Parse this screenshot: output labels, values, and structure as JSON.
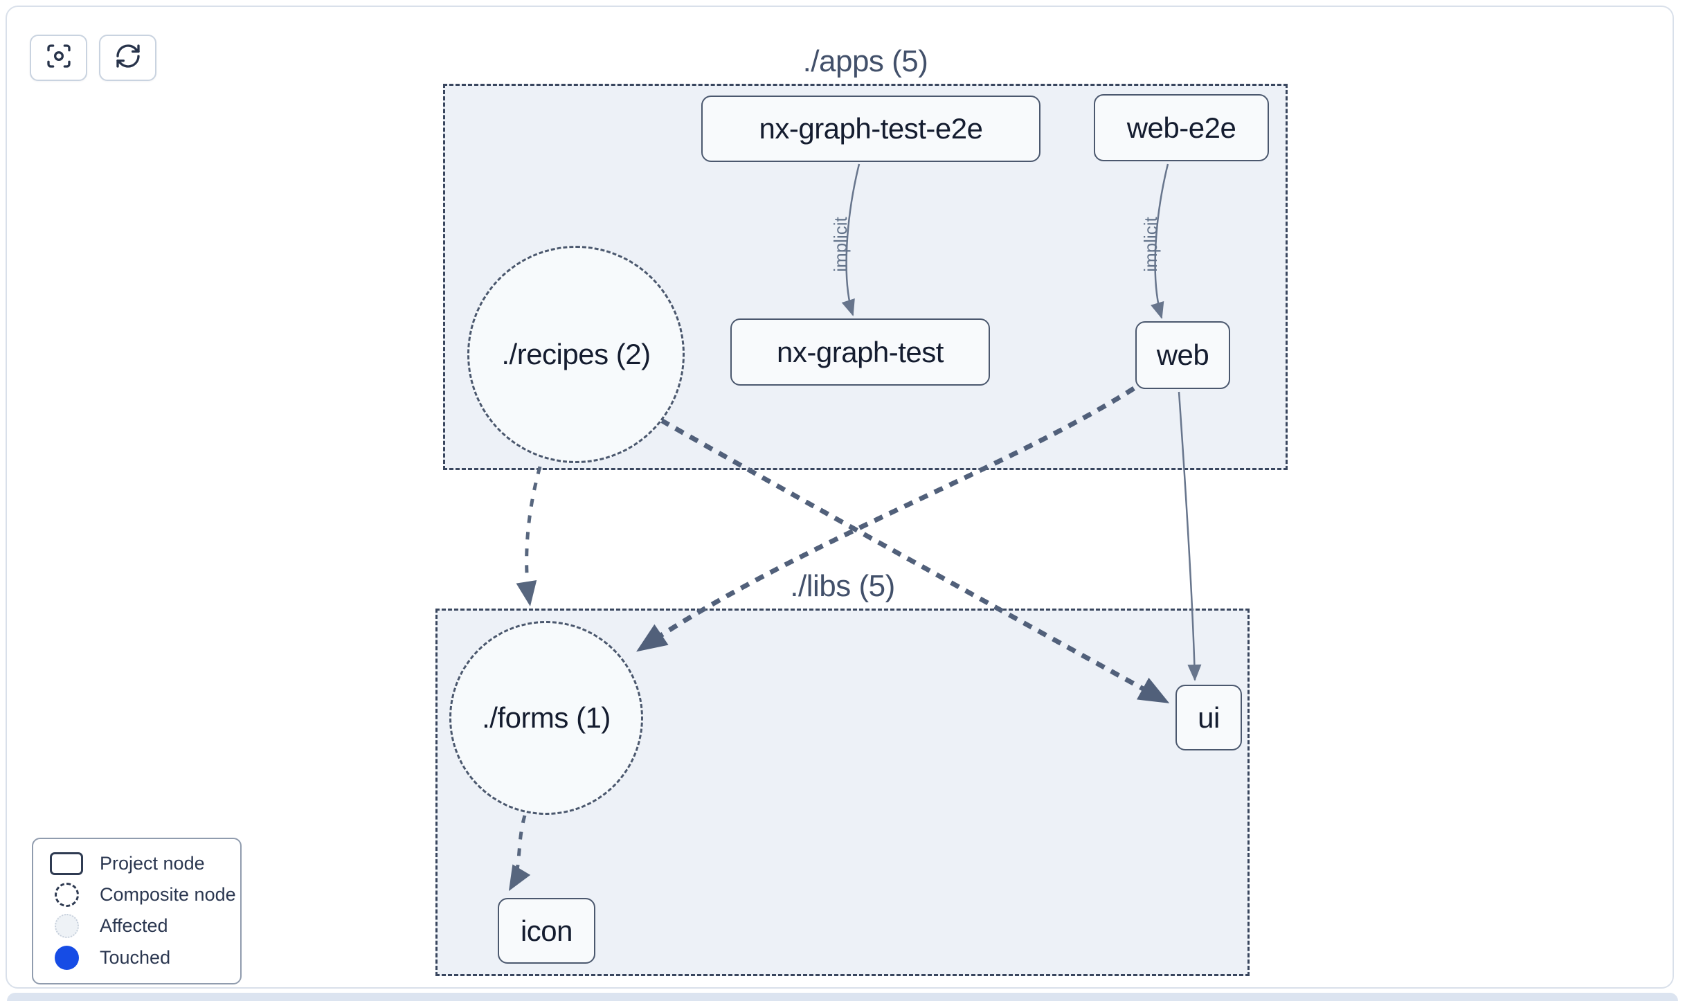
{
  "toolbar": {
    "buttons": [
      {
        "name": "focus",
        "icon": "focus-icon"
      },
      {
        "name": "refresh",
        "icon": "refresh-icon"
      }
    ]
  },
  "graph": {
    "groups": [
      {
        "id": "apps",
        "label": "./apps (5)"
      },
      {
        "id": "libs",
        "label": "./libs (5)"
      }
    ],
    "composite_nodes": [
      {
        "id": "recipes",
        "label": "./recipes (2)",
        "group": "apps"
      },
      {
        "id": "forms",
        "label": "./forms (1)",
        "group": "libs"
      }
    ],
    "project_nodes": [
      {
        "id": "nx-graph-test-e2e",
        "label": "nx-graph-test-e2e",
        "group": "apps"
      },
      {
        "id": "web-e2e",
        "label": "web-e2e",
        "group": "apps"
      },
      {
        "id": "nx-graph-test",
        "label": "nx-graph-test",
        "group": "apps"
      },
      {
        "id": "web",
        "label": "web",
        "group": "apps"
      },
      {
        "id": "ui",
        "label": "ui",
        "group": "libs"
      },
      {
        "id": "icon",
        "label": "icon",
        "group": "libs"
      }
    ],
    "edges": [
      {
        "from": "nx-graph-test-e2e",
        "to": "nx-graph-test",
        "label": "implicit",
        "style": "solid"
      },
      {
        "from": "web-e2e",
        "to": "web",
        "label": "implicit",
        "style": "solid"
      },
      {
        "from": "./recipes",
        "to": "./forms",
        "style": "dashed"
      },
      {
        "from": "./recipes",
        "to": "ui",
        "style": "dashed"
      },
      {
        "from": "web",
        "to": "./forms",
        "style": "dashed"
      },
      {
        "from": "web",
        "to": "ui",
        "style": "solid"
      },
      {
        "from": "./forms",
        "to": "icon",
        "style": "dashed"
      }
    ]
  },
  "legend": {
    "items": [
      {
        "icon": "project-node-icon",
        "label": "Project node"
      },
      {
        "icon": "composite-node-icon",
        "label": "Composite node"
      },
      {
        "icon": "affected-icon",
        "label": "Affected"
      },
      {
        "icon": "touched-icon",
        "label": "Touched"
      }
    ]
  },
  "colors": {
    "touched_blue": "#164ce5",
    "group_fill": "#edf1f7",
    "node_fill": "#f8fafc",
    "node_border": "#4b586e",
    "edge_thin": "#67758c",
    "edge_thick": "#51607a",
    "text_dark": "#141c2f"
  }
}
